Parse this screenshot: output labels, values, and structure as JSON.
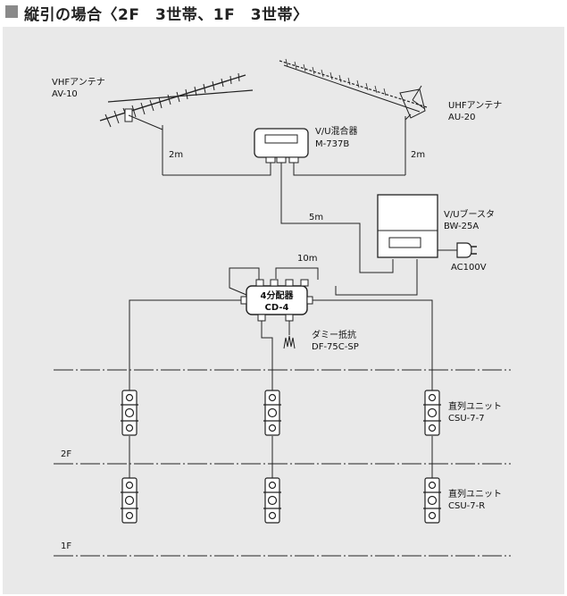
{
  "title": "縦引の場合〈2F　3世帯、1F　3世帯〉",
  "vhf_antenna": {
    "name": "VHFアンテナ",
    "model": "AV-10"
  },
  "uhf_antenna": {
    "name": "UHFアンテナ",
    "model": "AU-20"
  },
  "mixer": {
    "name": "V/U混合器",
    "model": "M-737B"
  },
  "booster": {
    "name": "V/Uブースタ",
    "model": "BW-25A"
  },
  "power": {
    "label": "AC100V"
  },
  "splitter": {
    "name": "4分配器",
    "model": "CD-4"
  },
  "dummy": {
    "name": "ダミー抵抗",
    "model": "DF-75C-SP"
  },
  "cable_lengths": {
    "vhf": "2m",
    "uhf": "2m",
    "mixer_booster": "5m",
    "booster_splitter": "10m"
  },
  "floors": {
    "upper": "2F",
    "lower": "1F"
  },
  "unit_2f": {
    "name": "直列ユニット",
    "model": "CSU-7-7"
  },
  "unit_1f": {
    "name": "直列ユニット",
    "model": "CSU-7-R"
  },
  "colors": {
    "line": "#222222",
    "panel": "#e9e9e9",
    "title_square": "#8a8a8a"
  }
}
